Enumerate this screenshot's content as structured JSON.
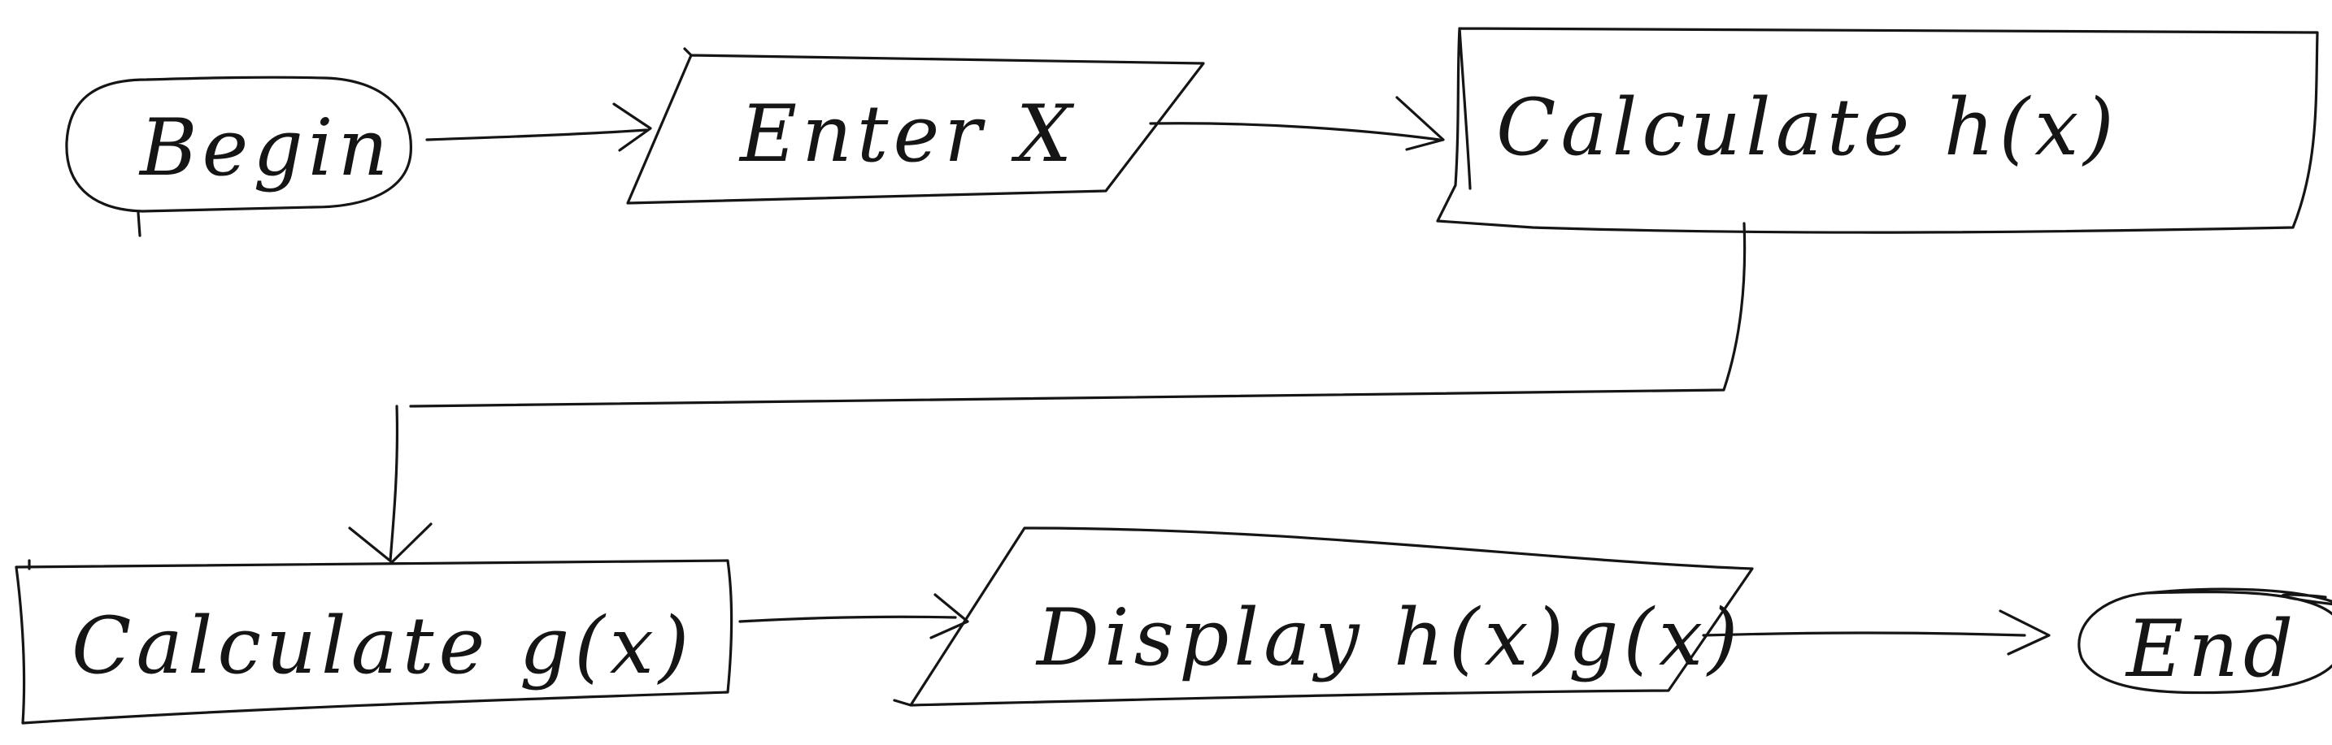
{
  "nodes": {
    "begin": {
      "shape": "rounded-terminal",
      "label": "Begin"
    },
    "enter": {
      "shape": "parallelogram-input",
      "label": "Enter X"
    },
    "calc_h": {
      "shape": "process-rectangle",
      "label": "Calculate h(x)"
    },
    "calc_g": {
      "shape": "process-rectangle",
      "label": "Calculate g(x)"
    },
    "display": {
      "shape": "parallelogram-output",
      "label": "Display h(x)g(x)"
    },
    "end": {
      "shape": "rounded-terminal",
      "label": "End"
    }
  },
  "edges": [
    {
      "from": "begin",
      "to": "enter"
    },
    {
      "from": "enter",
      "to": "calc_h"
    },
    {
      "from": "calc_h",
      "to": "calc_g"
    },
    {
      "from": "calc_g",
      "to": "display"
    },
    {
      "from": "display",
      "to": "end"
    }
  ],
  "style": {
    "ink_color": "#151515",
    "background": "#ffffff"
  }
}
